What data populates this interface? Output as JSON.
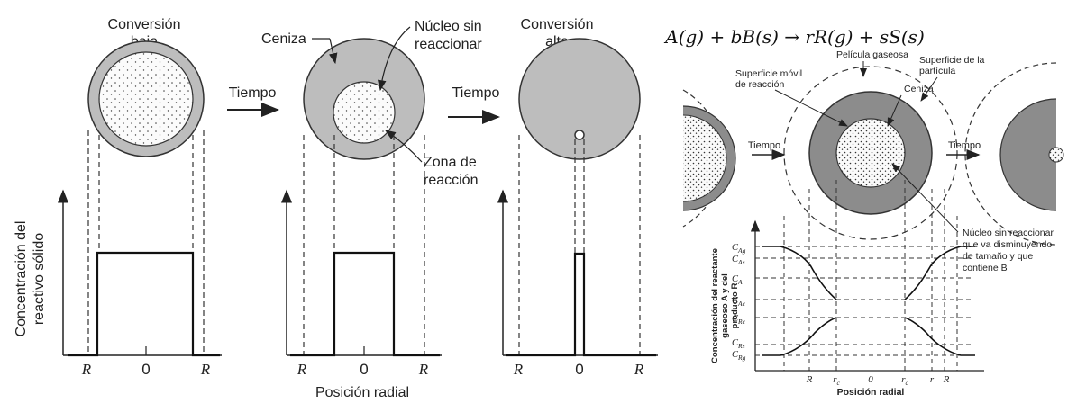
{
  "left_panel": {
    "stages": [
      {
        "title_line1": "Conversión",
        "title_line2": "baja"
      },
      {
        "title_line1": "",
        "title_line2": ""
      },
      {
        "title_line1": "Conversión",
        "title_line2": "alta"
      }
    ],
    "labels": {
      "ceniza": "Ceniza",
      "nucleo_line1": "Núcleo sin",
      "nucleo_line2": "reaccionar",
      "zona_line1": "Zona de",
      "zona_line2": "reacción",
      "tiempo_1": "Tiempo",
      "tiempo_2": "Tiempo"
    },
    "y_axis_line1": "Concentración del",
    "y_axis_line2": "reactivo sólido",
    "tick_R": "R",
    "tick_0": "0",
    "x_axis_label": "Posición radial"
  },
  "right_panel": {
    "equation": "A(g) + bB(s) → rR(g) + sS(s)",
    "labels": {
      "pelicula": "Película gaseosa",
      "superficie_movil_1": "Superficie móvil",
      "superficie_movil_2": "de reacción",
      "superficie_particula_1": "Superficie de la",
      "superficie_particula_2": "partícula",
      "ceniza": "Ceniza",
      "tiempo_1": "Tiempo",
      "tiempo_2": "Tiempo",
      "nucleo_1": "Núcleo sin reaccionar",
      "nucleo_2": "que va disminuyendo",
      "nucleo_3": "de tamaño y que",
      "nucleo_4": "contiene B"
    },
    "y_axis_line1": "Concentración del reactante",
    "y_axis_line2": "gaseoso A y del",
    "y_axis_line3": "producto R",
    "conc_labels": [
      "C",
      "C",
      "C",
      "C",
      "C",
      "C",
      "C"
    ],
    "conc_subs": [
      "Ag",
      "As",
      "A",
      "Ac",
      "Rc",
      "Rs",
      "Rg"
    ],
    "x_ticks": [
      "R",
      "r",
      "0",
      "r",
      "r",
      "R"
    ],
    "x_tick_subs": [
      "",
      "c",
      "",
      "c",
      "",
      ""
    ],
    "x_axis_label": "Posición radial"
  }
}
